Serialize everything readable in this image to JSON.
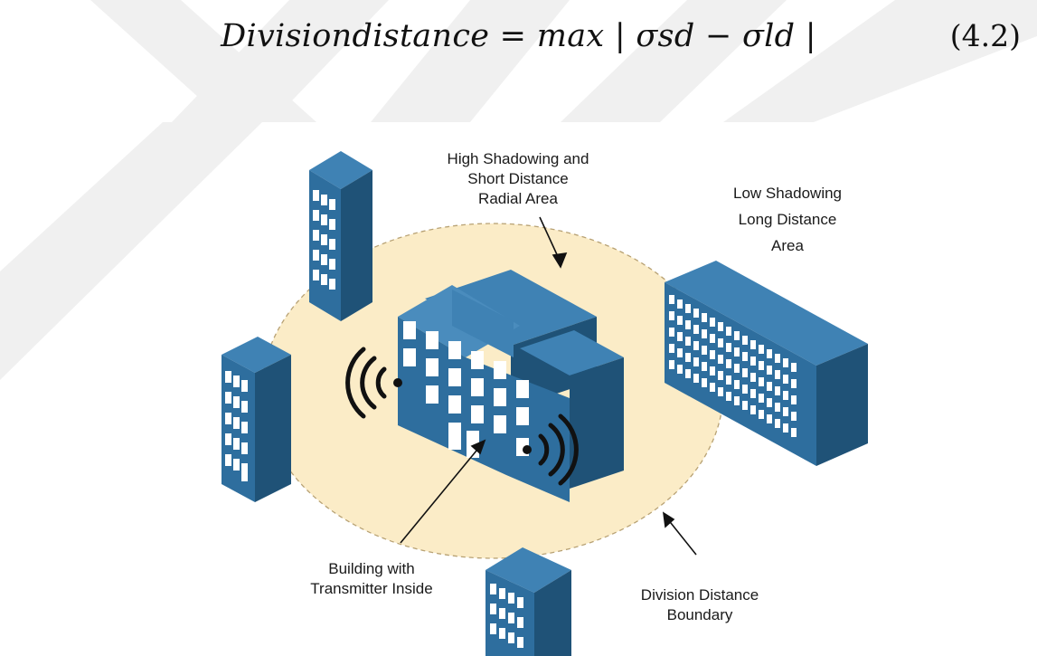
{
  "equation": {
    "lhs": "Divisiondistance",
    "rhs": "= max | σsd − σld |",
    "number": "(4.2)"
  },
  "figure": {
    "labels": {
      "high_shadowing": [
        "High Shadowing and",
        "Short Distance",
        "Radial Area"
      ],
      "low_shadowing": [
        "Low Shadowing",
        "Long Distance",
        "Area"
      ],
      "building_transmitter": [
        "Building with",
        "Transmitter Inside"
      ],
      "division_boundary": [
        "Division Distance",
        "Boundary"
      ]
    },
    "colors": {
      "building_front": "#2e6e9e",
      "building_side": "#1f5277",
      "building_top": "#3f82b4",
      "window": "#ffffff",
      "radial_area": "#fbecc7",
      "boundary": "#b8a274",
      "watermark": "#f0f0f0"
    },
    "icons": [
      "building-icon",
      "wifi-signal-icon",
      "arrow-icon"
    ]
  }
}
